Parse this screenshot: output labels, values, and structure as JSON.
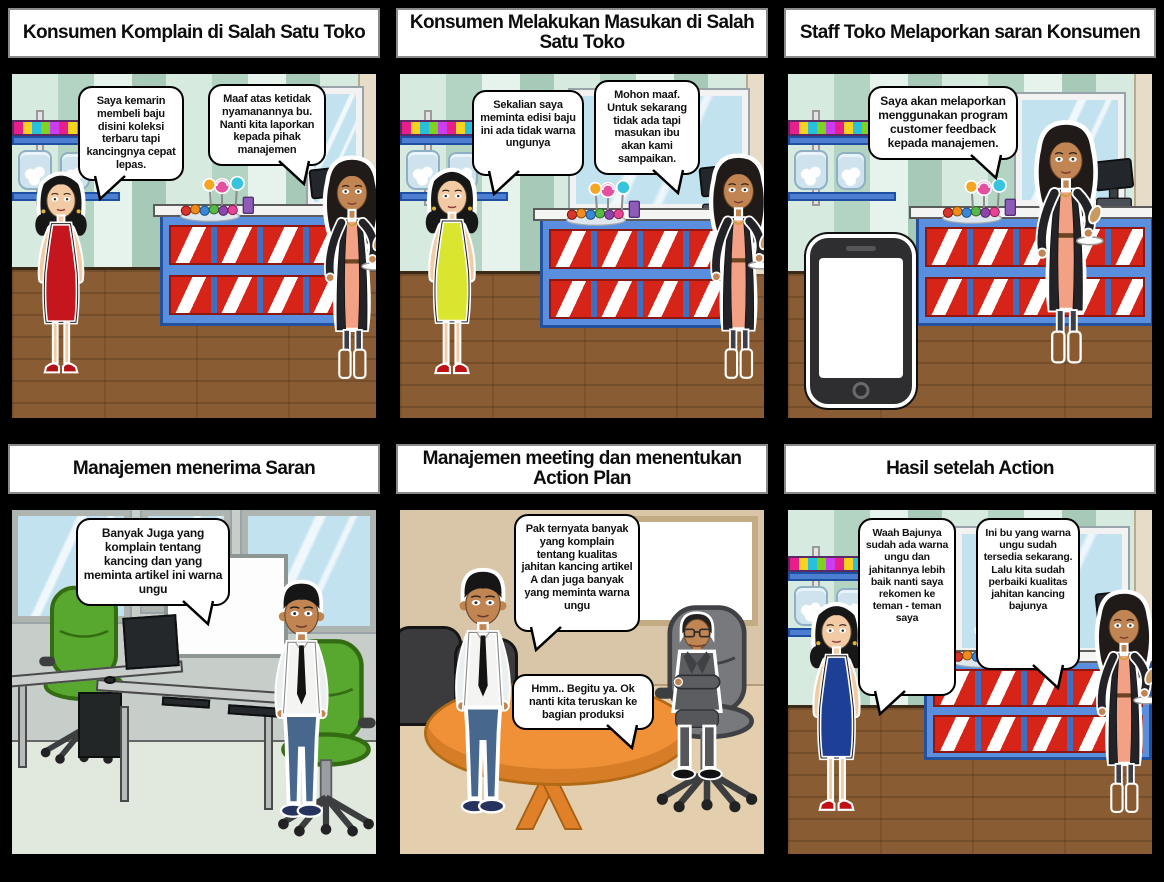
{
  "storyboard": {
    "panels": [
      {
        "title": "Konsumen Komplain di Salah Satu Toko",
        "scene": "candy-store",
        "characters": [
          "customer in red dress",
          "store staff in black cardigan and peach dress"
        ],
        "bubbles": [
          {
            "speaker": "customer-in-red-dress",
            "text": "Saya kemarin membeli baju disini koleksi terbaru tapi kancingnya cepat lepas."
          },
          {
            "speaker": "store-staff",
            "text": "Maaf atas ketidak nyamanannya bu. Nanti kita laporkan kepada pihak manajemen"
          }
        ]
      },
      {
        "title": "Konsumen Melakukan Masukan di Salah Satu Toko",
        "scene": "candy-store",
        "characters": [
          "customer in yellow dress",
          "store staff in black cardigan and peach dress"
        ],
        "bubbles": [
          {
            "speaker": "customer-in-yellow-dress",
            "text": "Sekalian saya meminta edisi baju ini ada tidak warna ungunya"
          },
          {
            "speaker": "store-staff",
            "text": "Mohon maaf. Untuk sekarang tidak ada tapi masukan ibu akan kami sampaikan."
          }
        ]
      },
      {
        "title": "Staff Toko Melaporkan saran Konsumen",
        "scene": "candy-store-with-smartphone",
        "characters": [
          "store staff in black cardigan and peach dress"
        ],
        "bubbles": [
          {
            "speaker": "store-staff",
            "text": "Saya akan melaporkan menggunakan program customer feedback kepada manajemen."
          }
        ]
      },
      {
        "title": "Manajemen menerima Saran",
        "scene": "office",
        "characters": [
          "manager in white shirt and black tie"
        ],
        "bubbles": [
          {
            "speaker": "manager",
            "text": "Banyak Juga yang komplain tentang kancing dan yang meminta artikel ini warna ungu"
          }
        ]
      },
      {
        "title": "Manajemen meeting dan menentukan Action Plan",
        "scene": "meeting-room",
        "characters": [
          "manager in white shirt and black tie",
          "director in gray suit with glasses"
        ],
        "bubbles": [
          {
            "speaker": "manager",
            "text": "Pak ternyata banyak yang komplain tentang kualitas jahitan kancing artikel A dan juga banyak yang meminta warna ungu"
          },
          {
            "speaker": "director",
            "text": "Hmm.. Begitu ya. Ok nanti kita teruskan ke bagian produksi"
          }
        ]
      },
      {
        "title": "Hasil setelah Action",
        "scene": "candy-store",
        "characters": [
          "customer in blue dress",
          "store staff in black cardigan and peach dress"
        ],
        "bubbles": [
          {
            "speaker": "customer-in-blue-dress",
            "text": "Waah Bajunya sudah ada warna ungu dan jahitannya lebih baik nanti saya rekomen ke teman - teman saya"
          },
          {
            "speaker": "store-staff",
            "text": "Ini bu yang warna ungu sudah tersedia sekarang. Lalu kita sudah perbaiki kualitas jahitan kancing bajunya"
          }
        ]
      }
    ],
    "colors": {
      "page_background": "#000000",
      "title_bar_background": "#ffffff",
      "title_text": "#0d0d0d",
      "bubble_background": "#ffffff",
      "bubble_border": "#000000",
      "store_wall_light": "#d7eadf",
      "store_wall_dark": "#a6cab7",
      "store_floor_wood": "#8a5c33",
      "counter_blue": "#5a8ede",
      "product_box_red": "#d62418",
      "dress_red": "#c5161d",
      "dress_yellow": "#d9e52e",
      "dress_blue": "#1e3f96",
      "staff_dress_peach": "#f2a184",
      "staff_cardigan_black": "#232327",
      "office_wall": "#c7cdc9",
      "office_chair_green": "#58a72f",
      "meeting_wall_tan": "#d9c6a8",
      "meeting_table_orange": "#f09138",
      "suit_gray": "#5b5d61"
    }
  }
}
